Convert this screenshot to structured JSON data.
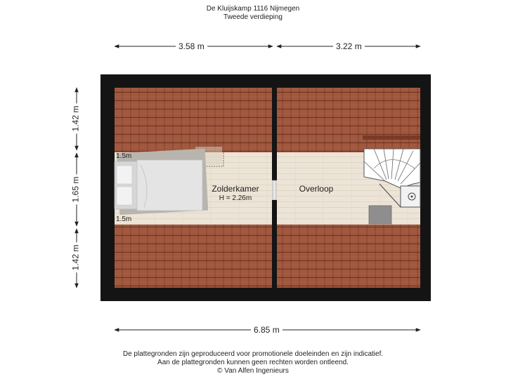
{
  "header": {
    "address": "De Kluijskamp 1116 Nijmegen",
    "floor": "Tweede verdieping"
  },
  "dimensions": {
    "top_left": "3.58 m",
    "top_right": "3.22 m",
    "bottom": "6.85 m",
    "left_top": "1.42 m",
    "left_middle": "1.65 m",
    "left_bottom": "1.42 m"
  },
  "rooms": {
    "bedroom_name": "Zolderkamer",
    "bedroom_height": "H = 2.26m",
    "landing_name": "Overloop"
  },
  "height_markers": {
    "upper": "1.5m",
    "lower": "1.5m"
  },
  "footer": {
    "line1": "De plattegronden zijn geproduceerd voor promotionele doeleinden en zijn indicatief.",
    "line2": "Aan de plattegronden kunnen geen rechten worden ontleend.",
    "line3": "© Van Alfen Ingenieurs"
  },
  "colors": {
    "roof_tile": "#a0583f",
    "wall": "#141414",
    "floor": "#ece4d6"
  }
}
